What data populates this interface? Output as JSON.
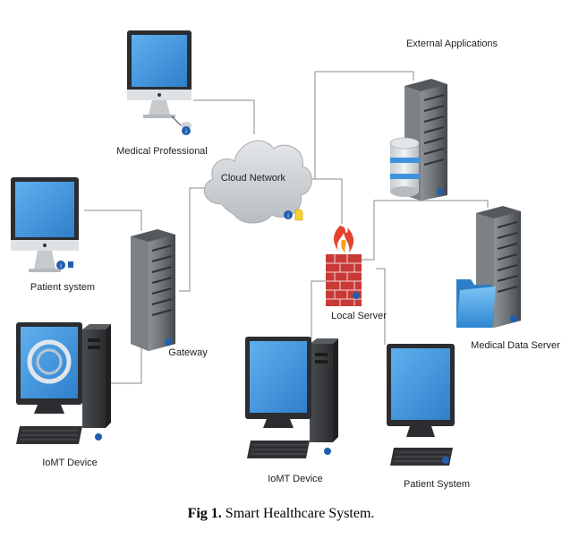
{
  "nodes": {
    "medical_professional": "Medical Professional",
    "cloud_network": "Cloud Network",
    "external_applications": "External Applications",
    "patient_system_left": "Patient system",
    "gateway": "Gateway",
    "local_server": "Local Server",
    "medical_data_server": "Medical Data Server",
    "iomt_device_left": "IoMT Device",
    "iomt_device_center": "IoMT Device",
    "patient_system_right": "Patient System"
  },
  "caption": {
    "prefix": "Fig 1.",
    "text": " Smart Healthcare System."
  },
  "colors": {
    "screen": "#3f93dc",
    "server": "#6e7378",
    "firewall": "#c93a37",
    "flame": "#e4432f",
    "cloud": "#cfd2d6",
    "wire": "#8a8a8a",
    "info": "#1f5fae"
  }
}
